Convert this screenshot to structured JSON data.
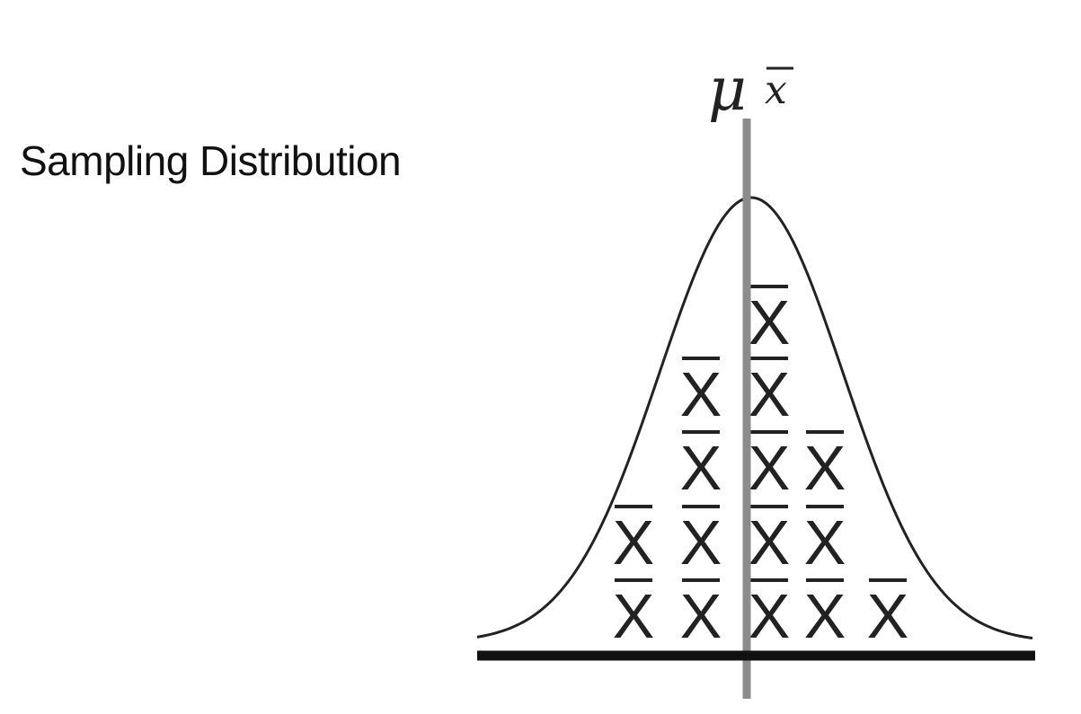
{
  "title": "Sampling Distribution",
  "mean_label": {
    "mu": "μ",
    "subscript": "x"
  },
  "xbar_glyph": "X",
  "xbar_counts_by_column": [
    2,
    4,
    5,
    3,
    1
  ],
  "colors": {
    "curve": "#222222",
    "mean_line": "#8c8c8c",
    "baseline": "#111111",
    "text": "#222222"
  }
}
